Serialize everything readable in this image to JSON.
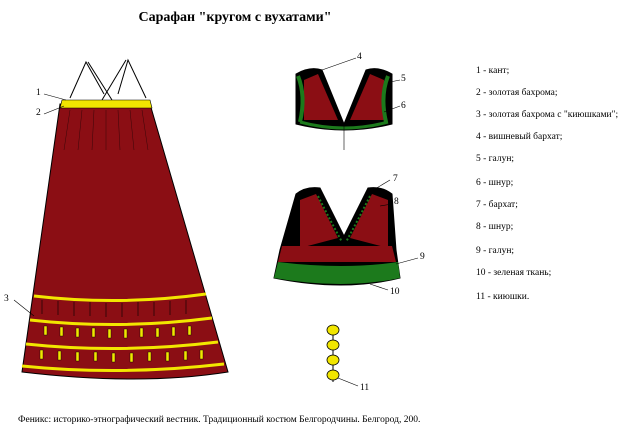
{
  "title": "Сарафан \"кругом с вухатами\"",
  "callouts": [
    "1",
    "2",
    "3",
    "4",
    "5",
    "6",
    "7",
    "8",
    "9",
    "10",
    "11"
  ],
  "legend": [
    "1 - кант;",
    "2 - золотая бахрома;",
    "3 - золотая бахрома с \"киюшками\";",
    "4 - вишневый бархат;",
    "5 - галун;",
    "6 - шнур;",
    "7 - бархат;",
    "8 - шнур;",
    "9 - галун;",
    "10 - зеленая ткань;",
    "11 - киюшки."
  ],
  "footer": "Феникс: историко-этнографический вестник. Традиционный костюм Белгородчины. Белгород, 200.",
  "colors": {
    "burgundy": "#8b0e14",
    "gold": "#f2e600",
    "green": "#1c7a1c",
    "black": "#000000"
  }
}
